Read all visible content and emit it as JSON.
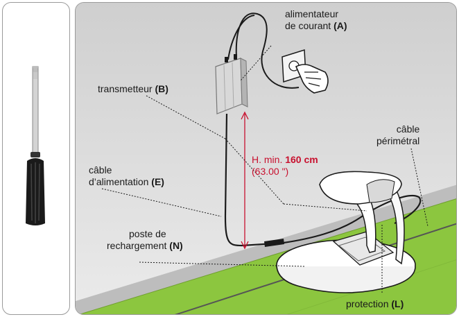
{
  "tool": {
    "icon": "screwdriver-icon"
  },
  "labels": {
    "power_supply_line1": "alimentateur",
    "power_supply_line2": "de courant",
    "power_supply_code": "(A)",
    "transmitter": "transmetteur",
    "transmitter_code": "(B)",
    "boundary_line1": "câble",
    "boundary_line2": "périmétral",
    "power_cable_line1": "câble",
    "power_cable_line2": "d’alimentation",
    "power_cable_code": "(E)",
    "height_prefix": "H. min.",
    "height_value": "160 cm",
    "height_inches": "(63.00 \")",
    "station_line1": "poste de",
    "station_line2": "rechargement",
    "station_code": "(N)",
    "protection": "protection",
    "protection_code": "(L)"
  },
  "colors": {
    "wall": "#dcdcdc",
    "lawn": "#8cc63f",
    "highlight": "#c8102e",
    "cable": "#1a1a1a"
  }
}
